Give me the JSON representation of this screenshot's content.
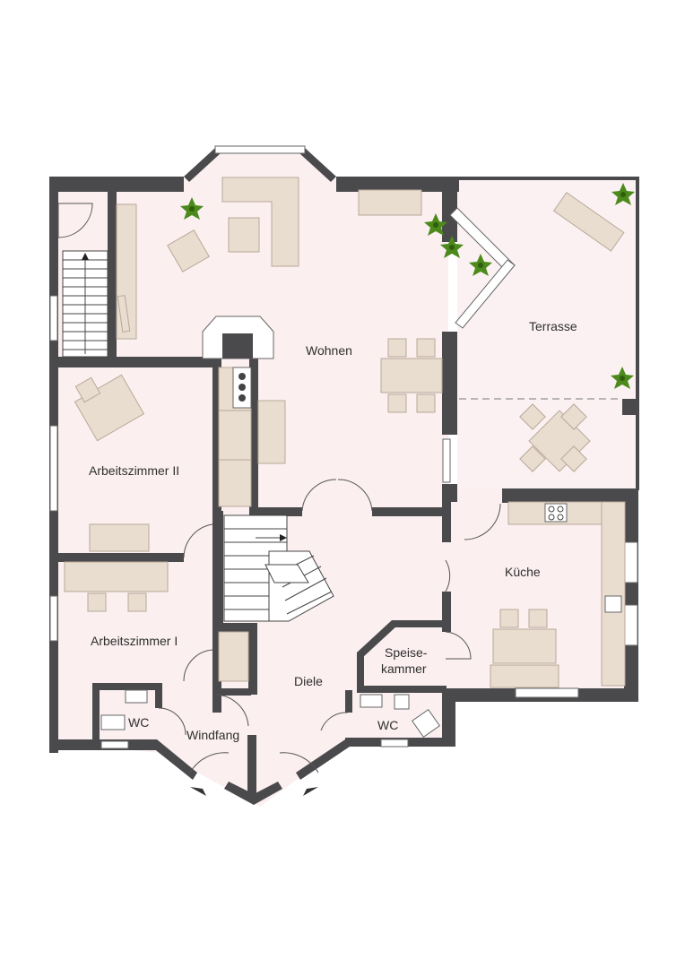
{
  "rooms": {
    "wohnen": "Wohnen",
    "terrasse": "Terrasse",
    "arbeitszimmer_2": "Arbeitszimmer II",
    "arbeitszimmer_1": "Arbeitszimmer I",
    "kueche": "Küche",
    "speisekammer_line1": "Speise-",
    "speisekammer_line2": "kammer",
    "diele": "Diele",
    "wc_left": "WC",
    "wc_right": "WC",
    "windfang": "Windfang"
  },
  "colors": {
    "wall": "#4a4a4c",
    "floor": "#fbeff0",
    "furniture": "#e9ddd0",
    "plant": "#4c8a1c"
  }
}
